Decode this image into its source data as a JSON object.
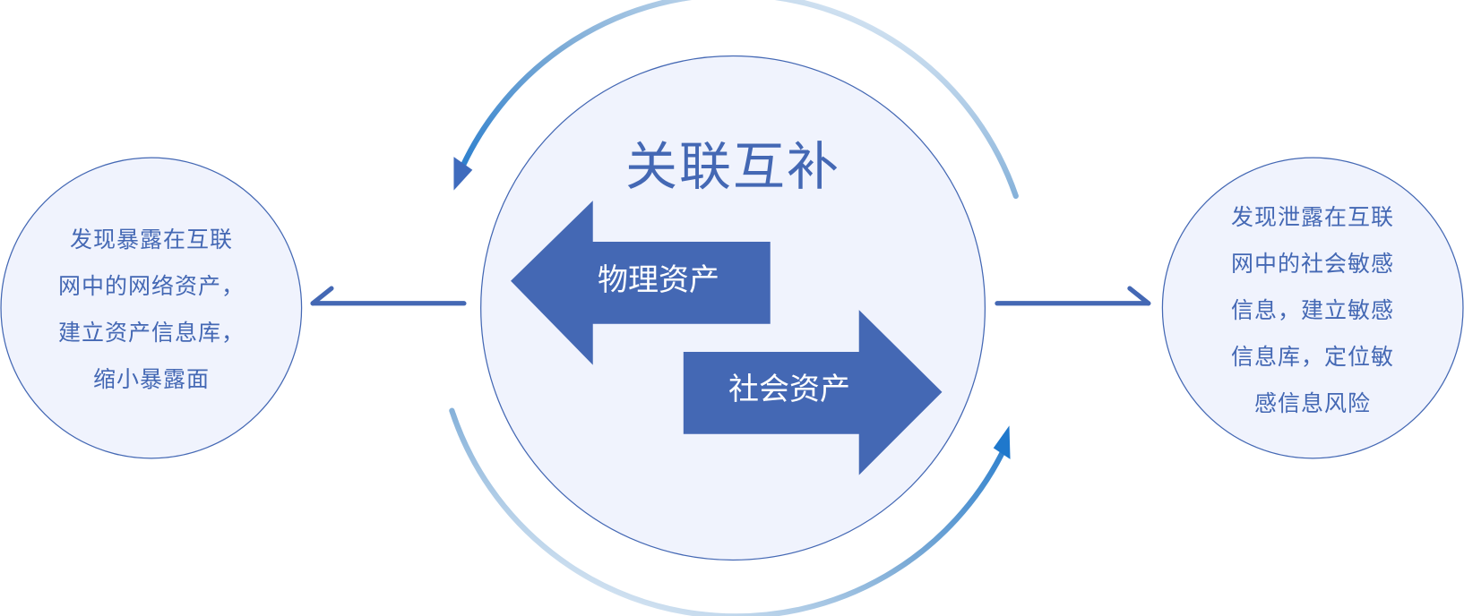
{
  "diagram": {
    "center": {
      "title": "关联互补",
      "left_arrow_label": "物理资产",
      "right_arrow_label": "社会资产"
    },
    "left_node": {
      "lines": [
        "发现暴露在互联",
        "网中的网络资产，",
        "建立资产信息库，",
        "缩小暴露面"
      ]
    },
    "right_node": {
      "lines": [
        "发现泄露在互联",
        "网中的社会敏感",
        "信息，建立敏感",
        "信息库，定位敏",
        "感信息风险"
      ]
    },
    "colors": {
      "primary": "#4468b4",
      "circle_fill": "#f0f3fd",
      "circle_stroke": "#4468b4",
      "cycle_arrow_dark": "#1f78cc",
      "cycle_arrow_light": "#ffffff"
    }
  }
}
